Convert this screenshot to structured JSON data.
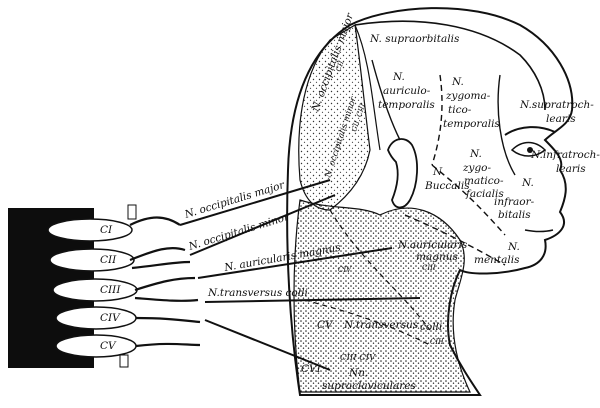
{
  "labels": {
    "supraorbitalis": "N. supraorbitalis",
    "occipitalis_major_head": "N. occipitalis major",
    "cII_head": "CII",
    "occipitalis_minor_head": "N. occipitalis minor",
    "cIII_upper": "CII, CIII",
    "auriculotemporalis_1": "N.",
    "auriculotemporalis_2": "auriculo-",
    "auriculotemporalis_3": "temporalis",
    "zygomaticotemporalis_1": "N.",
    "zygomaticotemporalis_2": "zygoma-",
    "zygomaticotemporalis_3": "tico-",
    "zygomaticotemporalis_4": "temporalis",
    "zygomaticofacialis_1": "N.",
    "zygomaticofacialis_2": "zygo-",
    "zygomaticofacialis_3": "matico-",
    "zygomaticofacialis_4": "facialis",
    "supratrochlearis_1": "N.supratroch-",
    "supratrochlearis_2": "learis",
    "infratrochlearis_1": "N.infratroch-",
    "infratrochlearis_2": "learis",
    "buccalis_1": "N.",
    "buccalis_2": "Buccalis",
    "infraorbitalis_1": "N.",
    "infraorbitalis_2": "infraor-",
    "infraorbitalis_3": "bitalis",
    "mentalis_1": "N.",
    "mentalis_2": "mentalis",
    "occipitalis_major_left": "N. occipitalis major",
    "occipitalis_minor_left": "N. occipitalis minor",
    "auricularis_magnus_left": "N. auricularis magnus",
    "transversus_colli_left": "N.transversus colli",
    "auricularis_magnus_neck_1": "N.auricularis",
    "auricularis_magnus_neck_2": "magnus",
    "cIII_neck": "CIII",
    "cIV_neck": "CIV",
    "transversus_colli_neck_1": "N.transversus",
    "transversus_colli_neck_2": "colli",
    "cIII_lower": "CIII",
    "cV_neck": "CV",
    "cVI_neck": "CVI",
    "cIII_cIV_bottom": "CIII CIV",
    "supraclaviculares_1": "Nn.",
    "supraclaviculares_2": "supraclaviculares"
  },
  "vertebrae": [
    "CI",
    "CII",
    "CIII",
    "CIV",
    "CV"
  ]
}
